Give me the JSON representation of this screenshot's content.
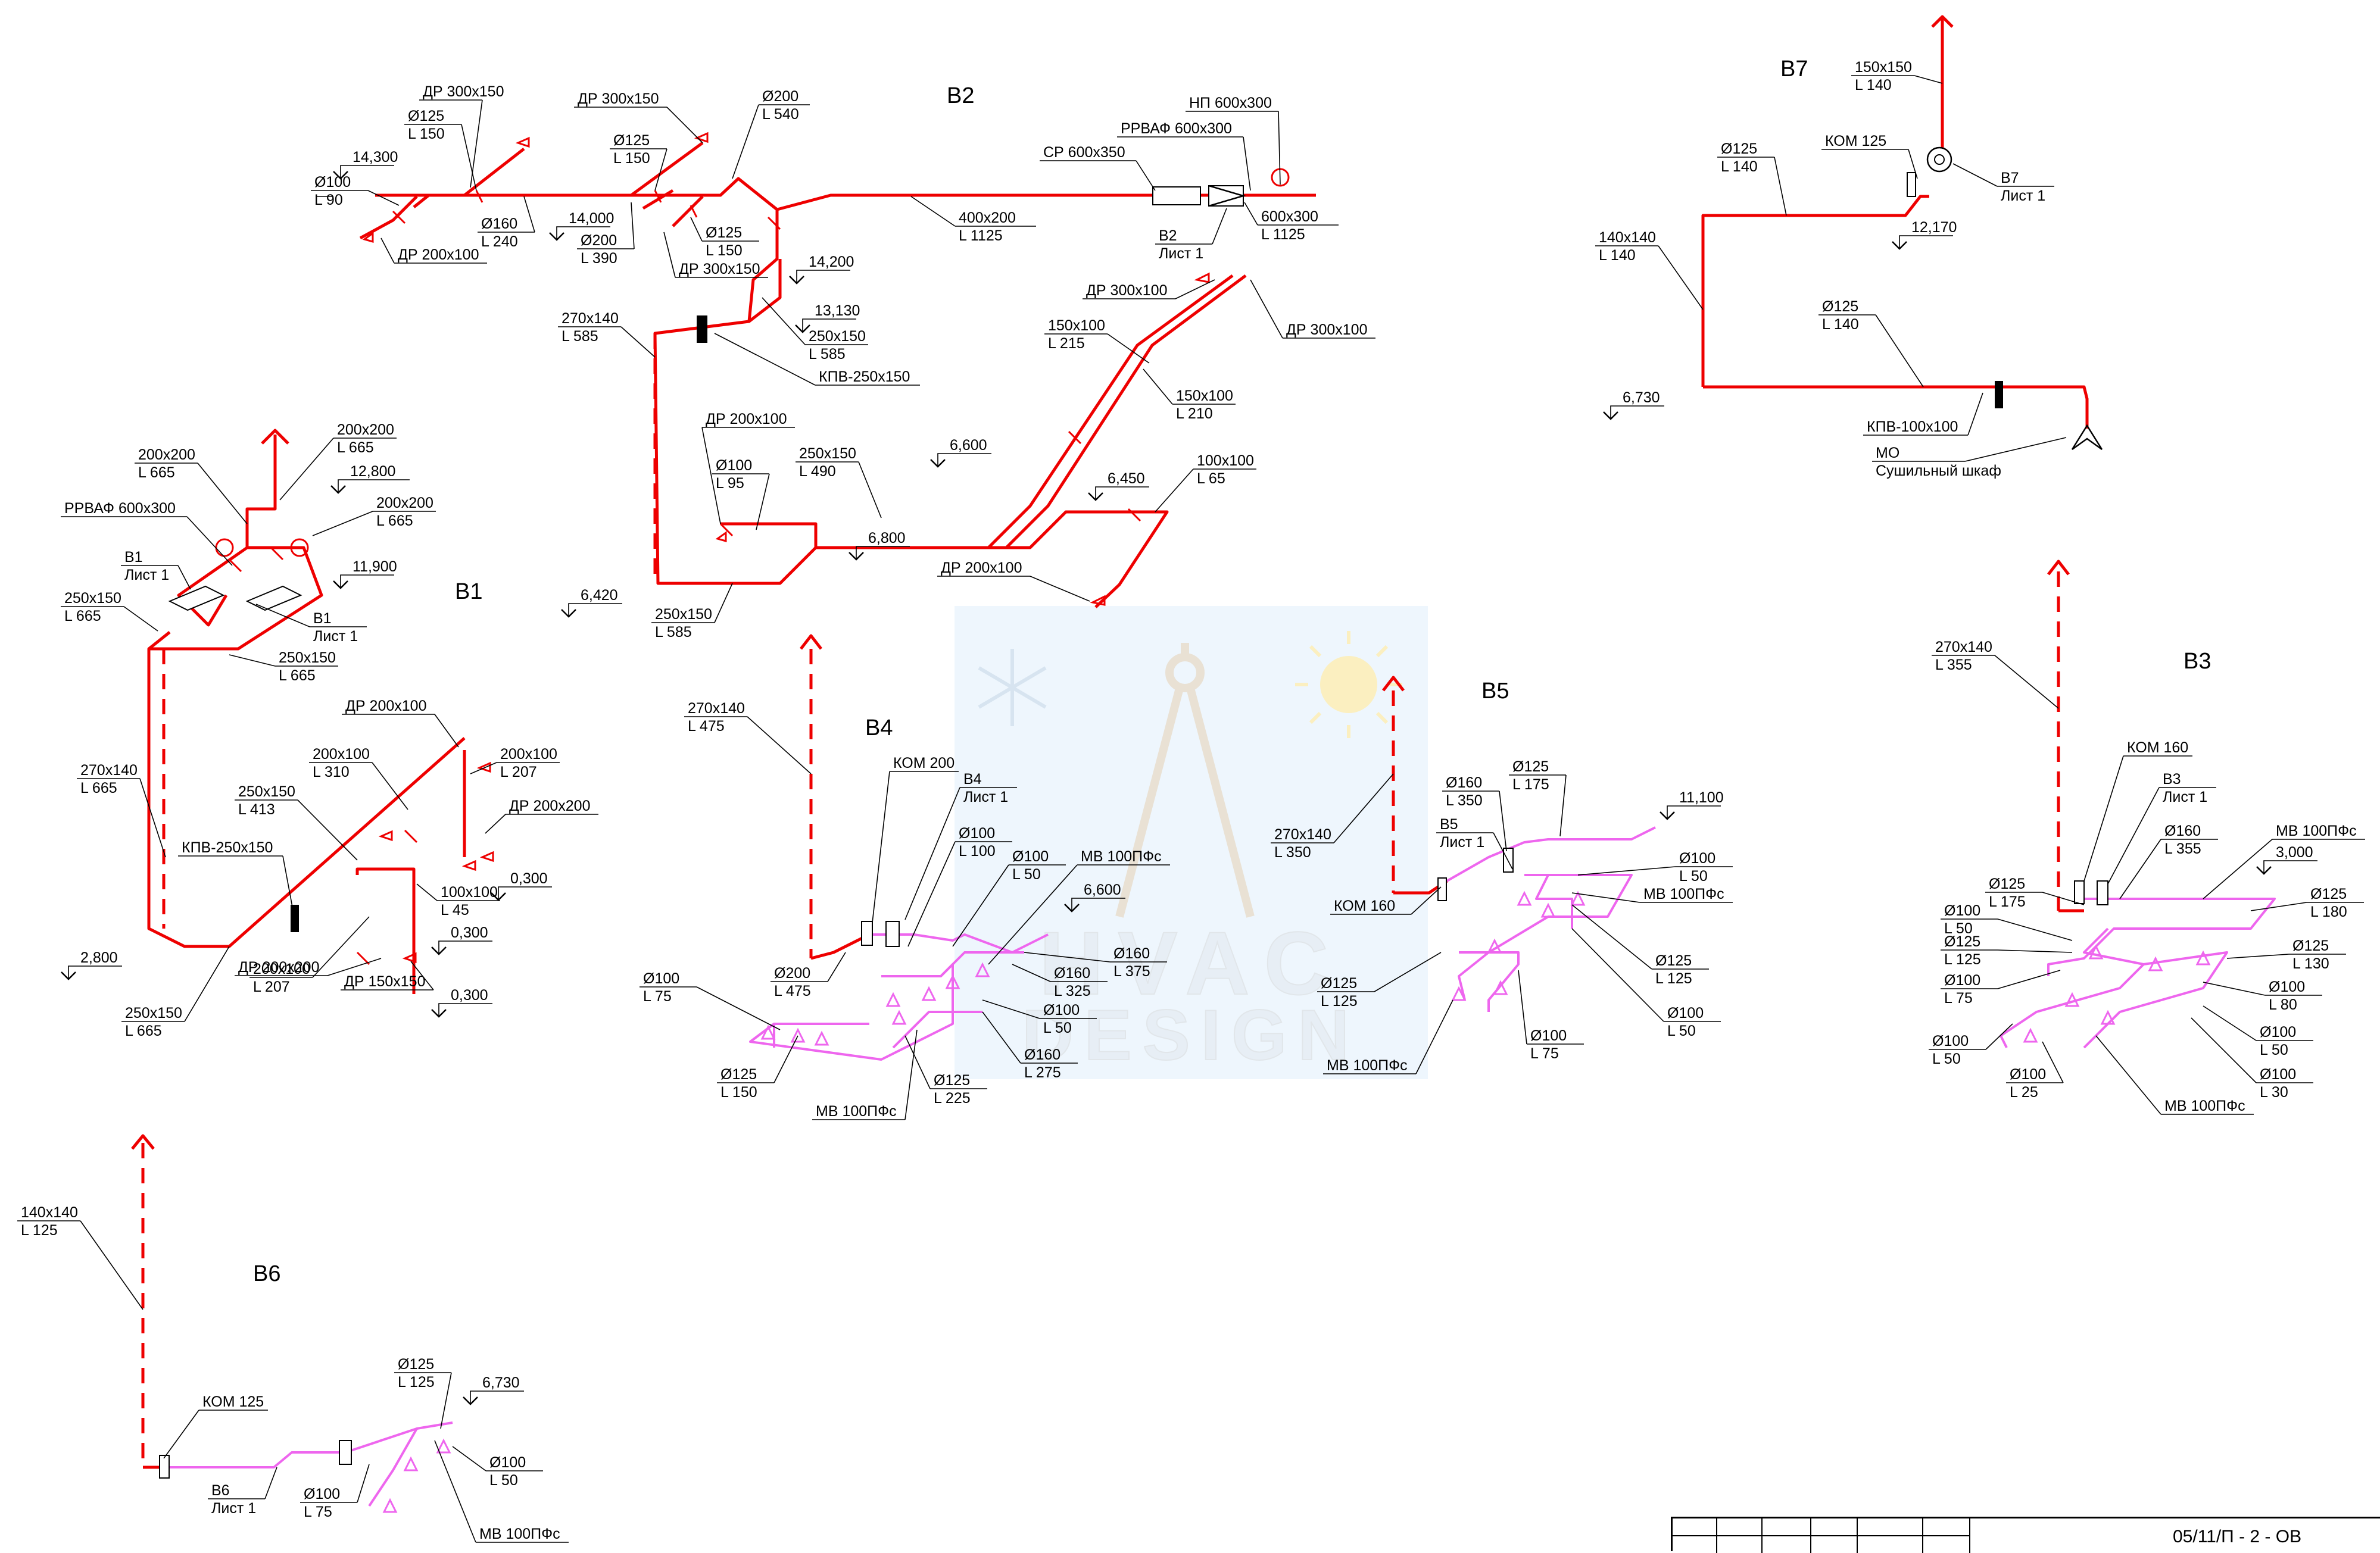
{
  "systems": [
    {
      "id": "B1",
      "title": "В1",
      "labels": [
        [
          "200x200",
          "L 665"
        ],
        [
          "200x200",
          "L 665"
        ],
        [
          "12,800",
          ""
        ],
        [
          "200x200",
          "L 665"
        ],
        [
          "РРВАФ 600x300",
          ""
        ],
        [
          "11,900",
          ""
        ],
        [
          "В1",
          "Лист 1"
        ],
        [
          "В1",
          "Лист 1"
        ],
        [
          "250x150",
          "L 665"
        ],
        [
          "250x150",
          "L 665"
        ],
        [
          "ДР 200x100",
          ""
        ],
        [
          "200x100",
          "L 310"
        ],
        [
          "200x100",
          "L 207"
        ],
        [
          "250x150",
          "L 413"
        ],
        [
          "ДР 200x200",
          ""
        ],
        [
          "270x140",
          "L 665"
        ],
        [
          "КПВ-250x150",
          ""
        ],
        [
          "0,300",
          ""
        ],
        [
          "100x100",
          "L 45"
        ],
        [
          "0,300",
          ""
        ],
        [
          "2,800",
          ""
        ],
        [
          "200x100",
          "L 207"
        ],
        [
          "ДР 200x200",
          ""
        ],
        [
          "ДР 150x150",
          ""
        ],
        [
          "0,300",
          ""
        ],
        [
          "250x150",
          "L 665"
        ]
      ]
    },
    {
      "id": "B2",
      "title": "В2",
      "labels": [
        [
          "ДР 300x150",
          ""
        ],
        [
          "Ø125",
          "L 150"
        ],
        [
          "ДР 300x150",
          ""
        ],
        [
          "Ø200",
          "L 540"
        ],
        [
          "НП 600x300",
          ""
        ],
        [
          "РРВАФ 600x300",
          ""
        ],
        [
          "СР 600x350",
          ""
        ],
        [
          "14,300",
          ""
        ],
        [
          "Ø125",
          "L 150"
        ],
        [
          "Ø100",
          "L 90"
        ],
        [
          "14,000",
          ""
        ],
        [
          "Ø160",
          "L 240"
        ],
        [
          "Ø200",
          "L 390"
        ],
        [
          "Ø125",
          "L 150"
        ],
        [
          "ДР 300x150",
          ""
        ],
        [
          "ДР 200x100",
          ""
        ],
        [
          "400x200",
          "L 1125"
        ],
        [
          "В2",
          "Лист 1"
        ],
        [
          "600x300",
          "L 1125"
        ],
        [
          "14,200",
          ""
        ],
        [
          "13,130",
          ""
        ],
        [
          "270x140",
          "L 585"
        ],
        [
          "250x150",
          "L 585"
        ],
        [
          "КПВ-250x150",
          ""
        ],
        [
          "ДР 300x100",
          ""
        ],
        [
          "ДР 300x100",
          ""
        ],
        [
          "150x100",
          "L 215"
        ],
        [
          "150x100",
          "L 210"
        ],
        [
          "ДР 200x100",
          ""
        ],
        [
          "250x150",
          "L 490"
        ],
        [
          "6,600",
          ""
        ],
        [
          "Ø100",
          "L 95"
        ],
        [
          "100x100",
          "L 65"
        ],
        [
          "6,450",
          ""
        ],
        [
          "6,800",
          ""
        ],
        [
          "6,420",
          ""
        ],
        [
          "250x150",
          "L 585"
        ],
        [
          "ДР 200x100",
          ""
        ]
      ]
    },
    {
      "id": "B7",
      "title": "В7",
      "labels": [
        [
          "150x150",
          "L 140"
        ],
        [
          "Ø125",
          "L 140"
        ],
        [
          "КОМ 125",
          ""
        ],
        [
          "В7",
          "Лист 1"
        ],
        [
          "12,170",
          ""
        ],
        [
          "140x140",
          "L 140"
        ],
        [
          "Ø125",
          "L 140"
        ],
        [
          "6,730",
          ""
        ],
        [
          "КПВ-100x100",
          ""
        ],
        [
          "МО",
          "Сушильный шкаф"
        ]
      ]
    },
    {
      "id": "B4",
      "title": "В4",
      "labels": [
        [
          "270x140",
          "L 475"
        ],
        [
          "КОМ 200",
          ""
        ],
        [
          "В4",
          "Лист 1"
        ],
        [
          "Ø100",
          "L 100"
        ],
        [
          "Ø100",
          "L 50"
        ],
        [
          "МВ 100ПФс",
          ""
        ],
        [
          "6,600",
          ""
        ],
        [
          "Ø160",
          "L 375"
        ],
        [
          "Ø160",
          "L 325"
        ],
        [
          "Ø100",
          "L 50"
        ],
        [
          "Ø200",
          "L 475"
        ],
        [
          "Ø100",
          "L 75"
        ],
        [
          "Ø160",
          "L 275"
        ],
        [
          "Ø125",
          "L 150"
        ],
        [
          "Ø125",
          "L 225"
        ],
        [
          "МВ 100ПФс",
          ""
        ]
      ]
    },
    {
      "id": "B5",
      "title": "В5",
      "labels": [
        [
          "Ø125",
          "L 175"
        ],
        [
          "Ø160",
          "L 350"
        ],
        [
          "11,100",
          ""
        ],
        [
          "В5",
          "Лист 1"
        ],
        [
          "270x140",
          "L 350"
        ],
        [
          "Ø100",
          "L 50"
        ],
        [
          "МВ 100ПФс",
          ""
        ],
        [
          "КОМ 160",
          ""
        ],
        [
          "Ø125",
          "L 125"
        ],
        [
          "Ø125",
          "L 125"
        ],
        [
          "Ø100",
          "L 50"
        ],
        [
          "Ø100",
          "L 75"
        ],
        [
          "МВ 100ПФс",
          ""
        ]
      ]
    },
    {
      "id": "B3",
      "title": "В3",
      "labels": [
        [
          "270x140",
          "L 355"
        ],
        [
          "КОМ 160",
          ""
        ],
        [
          "В3",
          "Лист 1"
        ],
        [
          "Ø160",
          "L 355"
        ],
        [
          "МВ 100ПФс",
          ""
        ],
        [
          "3,000",
          ""
        ],
        [
          "Ø125",
          "L 175"
        ],
        [
          "Ø125",
          "L 180"
        ],
        [
          "Ø100",
          "L 50"
        ],
        [
          "Ø125",
          "L 125"
        ],
        [
          "Ø125",
          "L 130"
        ],
        [
          "Ø100",
          "L 75"
        ],
        [
          "Ø100",
          "L 80"
        ],
        [
          "Ø100",
          "L 50"
        ],
        [
          "Ø100",
          "L 50"
        ],
        [
          "Ø100",
          "L 25"
        ],
        [
          "Ø100",
          "L 30"
        ],
        [
          "МВ 100ПФс",
          ""
        ]
      ]
    },
    {
      "id": "B6",
      "title": "В6",
      "labels": [
        [
          "140x140",
          "L 125"
        ],
        [
          "Ø125",
          "L 125"
        ],
        [
          "6,730",
          ""
        ],
        [
          "КОМ 125",
          ""
        ],
        [
          "Ø100",
          "L 50"
        ],
        [
          "В6",
          "Лист 1"
        ],
        [
          "Ø100",
          "L 75"
        ],
        [
          "МВ 100ПФс",
          ""
        ]
      ]
    }
  ],
  "watermark": {
    "line1": "HVAC",
    "line2": "DESIGN"
  },
  "stamp": {
    "code": "05/11/П - 2 - ОВ"
  },
  "colors": {
    "duct": "#ee0000",
    "branch": "#ee66ee",
    "leader": "#000000"
  }
}
